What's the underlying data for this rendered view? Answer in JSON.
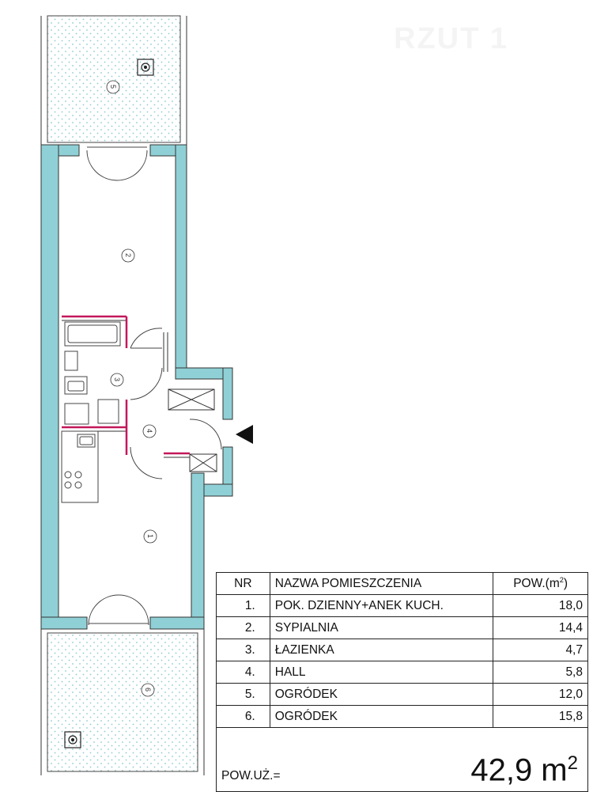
{
  "watermark": "RZUT 1",
  "colors": {
    "wall": "#8fd0d6",
    "wall_outline": "#333333",
    "partition_accent": "#c2185b",
    "garden_dots": "#9bd3d9"
  },
  "rooms_on_plan": [
    "1",
    "2",
    "3",
    "4",
    "5",
    "6"
  ],
  "table": {
    "headers": {
      "nr": "NR",
      "name": "NAZWA POMIESZCZENIA",
      "area": "POW.(m",
      "area_sup": "2",
      "area_close": ")"
    },
    "rows": [
      {
        "nr": "1.",
        "name": "POK. DZIENNY+ANEK KUCH.",
        "area": "18,0"
      },
      {
        "nr": "2.",
        "name": "SYPIALNIA",
        "area": "14,4"
      },
      {
        "nr": "3.",
        "name": "ŁAZIENKA",
        "area": "4,7"
      },
      {
        "nr": "4.",
        "name": "HALL",
        "area": "5,8"
      },
      {
        "nr": "5.",
        "name": "OGRÓDEK",
        "area": "12,0"
      },
      {
        "nr": "6.",
        "name": "OGRÓDEK",
        "area": "15,8"
      }
    ],
    "total_label": "POW.UŻ.=",
    "total_value": "42,9 m",
    "total_unit_sup": "2"
  },
  "icons": [
    "entrance-arrow-icon",
    "garden-lamp-icon"
  ]
}
